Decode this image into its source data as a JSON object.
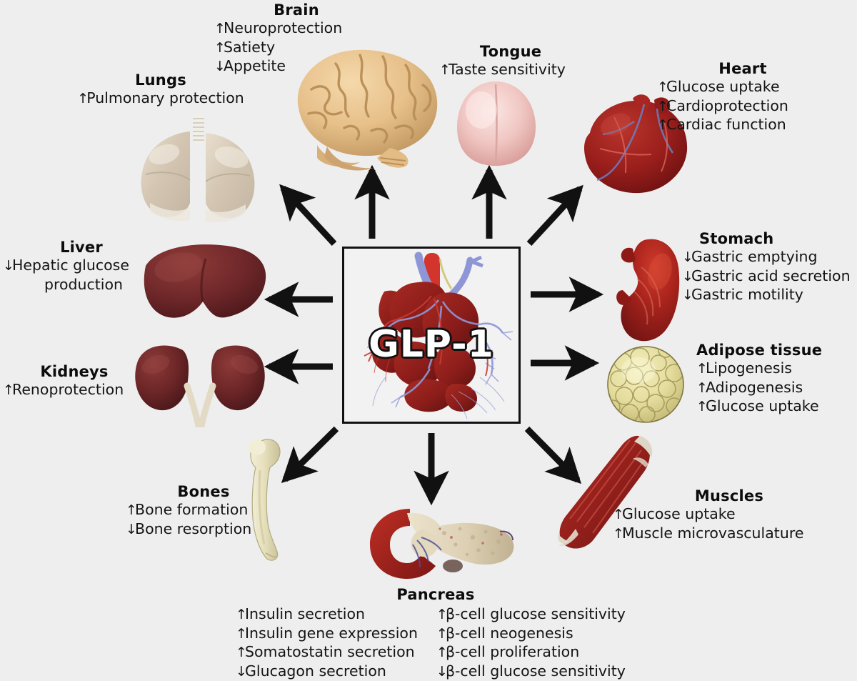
{
  "figure": {
    "background_color": "#eeeeee",
    "center": {
      "label": "GLP-1",
      "organ_icon": "intestines-vasculature-icon"
    }
  },
  "nodes": [
    {
      "id": "brain",
      "title": "Brain",
      "icon": "brain-icon",
      "effects": [
        {
          "dir": "↑",
          "text": "Neuroprotection"
        },
        {
          "dir": "↑",
          "text": "Satiety"
        },
        {
          "dir": "↓",
          "text": "Appetite"
        }
      ]
    },
    {
      "id": "tongue",
      "title": "Tongue",
      "icon": "tongue-icon",
      "effects": [
        {
          "dir": "↑",
          "text": "Taste sensitivity"
        }
      ]
    },
    {
      "id": "lungs",
      "title": "Lungs",
      "icon": "lungs-icon",
      "effects": [
        {
          "dir": "↑",
          "text": "Pulmonary protection"
        }
      ]
    },
    {
      "id": "heart",
      "title": "Heart",
      "icon": "heart-icon",
      "effects": [
        {
          "dir": "↑",
          "text": "Glucose uptake"
        },
        {
          "dir": "↑",
          "text": "Cardioprotection"
        },
        {
          "dir": "↑",
          "text": "Cardiac function"
        }
      ]
    },
    {
      "id": "liver",
      "title": "Liver",
      "icon": "liver-icon",
      "effects": [
        {
          "dir": "↓",
          "text": "Hepatic glucose"
        },
        {
          "dir": "",
          "text": "production"
        }
      ]
    },
    {
      "id": "kidneys",
      "title": "Kidneys",
      "icon": "kidneys-icon",
      "effects": [
        {
          "dir": "↑",
          "text": "Renoprotection"
        }
      ]
    },
    {
      "id": "stomach",
      "title": "Stomach",
      "icon": "stomach-icon",
      "effects": [
        {
          "dir": "↓",
          "text": "Gastric emptying"
        },
        {
          "dir": "↓",
          "text": "Gastric acid secretion"
        },
        {
          "dir": "↓",
          "text": "Gastric motility"
        }
      ]
    },
    {
      "id": "adipose",
      "title": "Adipose tissue",
      "icon": "adipose-tissue-icon",
      "effects": [
        {
          "dir": "↑",
          "text": "Lipogenesis"
        },
        {
          "dir": "↑",
          "text": "Adipogenesis"
        },
        {
          "dir": "↑",
          "text": "Glucose uptake"
        }
      ]
    },
    {
      "id": "bones",
      "title": "Bones",
      "icon": "bone-icon",
      "effects": [
        {
          "dir": "↑",
          "text": "Bone formation"
        },
        {
          "dir": "↓",
          "text": "Bone resorption"
        }
      ]
    },
    {
      "id": "muscles",
      "title": "Muscles",
      "icon": "muscle-icon",
      "effects": [
        {
          "dir": "↑",
          "text": "Glucose uptake"
        },
        {
          "dir": "↑",
          "text": "Muscle microvasculature"
        }
      ]
    },
    {
      "id": "pancreas",
      "title": "Pancreas",
      "icon": "pancreas-icon",
      "effects_left": [
        {
          "dir": "↑",
          "text": "Insulin secretion"
        },
        {
          "dir": "↑",
          "text": "Insulin gene expression"
        },
        {
          "dir": "↑",
          "text": "Somatostatin secretion"
        },
        {
          "dir": "↓",
          "text": "Glucagon secretion"
        }
      ],
      "effects_right": [
        {
          "dir": "↑",
          "text": "β-cell glucose sensitivity"
        },
        {
          "dir": "↑",
          "text": "β-cell neogenesis"
        },
        {
          "dir": "↑",
          "text": "β-cell proliferation"
        },
        {
          "dir": "↓",
          "text": "β-cell glucose sensitivity"
        }
      ]
    }
  ]
}
